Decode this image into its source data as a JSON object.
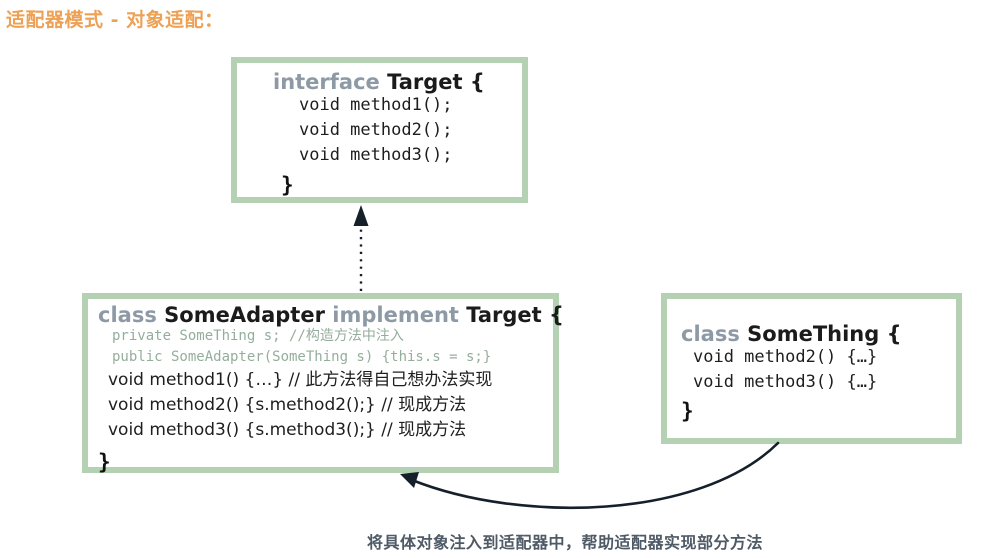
{
  "title": "适配器模式 - 对象适配：",
  "colors": {
    "title": "#eda155",
    "box_border": "#b4d1b4",
    "keyword_gray": "#8d9aa6",
    "dim_text": "#94ae9c",
    "caption": "#4e5a66",
    "arrow": "#16202a",
    "background": "#ffffff"
  },
  "boxes": {
    "target": {
      "header_keyword": "interface ",
      "header_name": "Target {",
      "lines": [
        "void method1();",
        "void method2();",
        "void method3();"
      ],
      "closing_brace": "}"
    },
    "adapter": {
      "header_keyword1": "class ",
      "header_name1": "SomeAdapter ",
      "header_keyword2": "implement ",
      "header_name2": "Target {",
      "dim_lines": [
        "private SomeThing s; //构造方法中注入",
        "public SomeAdapter(SomeThing s) {this.s = s;}"
      ],
      "lines": [
        "void method1() {…} // 此方法得自己想办法实现",
        "void method2() {s.method2();} // 现成方法",
        "void method3() {s.method3();} // 现成方法"
      ],
      "closing_brace": "}"
    },
    "something": {
      "header_keyword": "class ",
      "header_name": "SomeThing {",
      "lines": [
        "void method2() {…}",
        "void method3() {…}"
      ],
      "closing_brace": "}"
    }
  },
  "connectors": {
    "implements_arrow": {
      "name": "implements-dotted-arrow",
      "style": "dotted",
      "direction": "adapter-to-target",
      "arrowhead": "solid-triangle"
    },
    "injection_arrow": {
      "name": "injection-curved-arrow",
      "style": "solid-curve",
      "direction": "something-to-adapter",
      "arrowhead": "solid-triangle"
    }
  },
  "caption": "将具体对象注入到适配器中，帮助适配器实现部分方法"
}
